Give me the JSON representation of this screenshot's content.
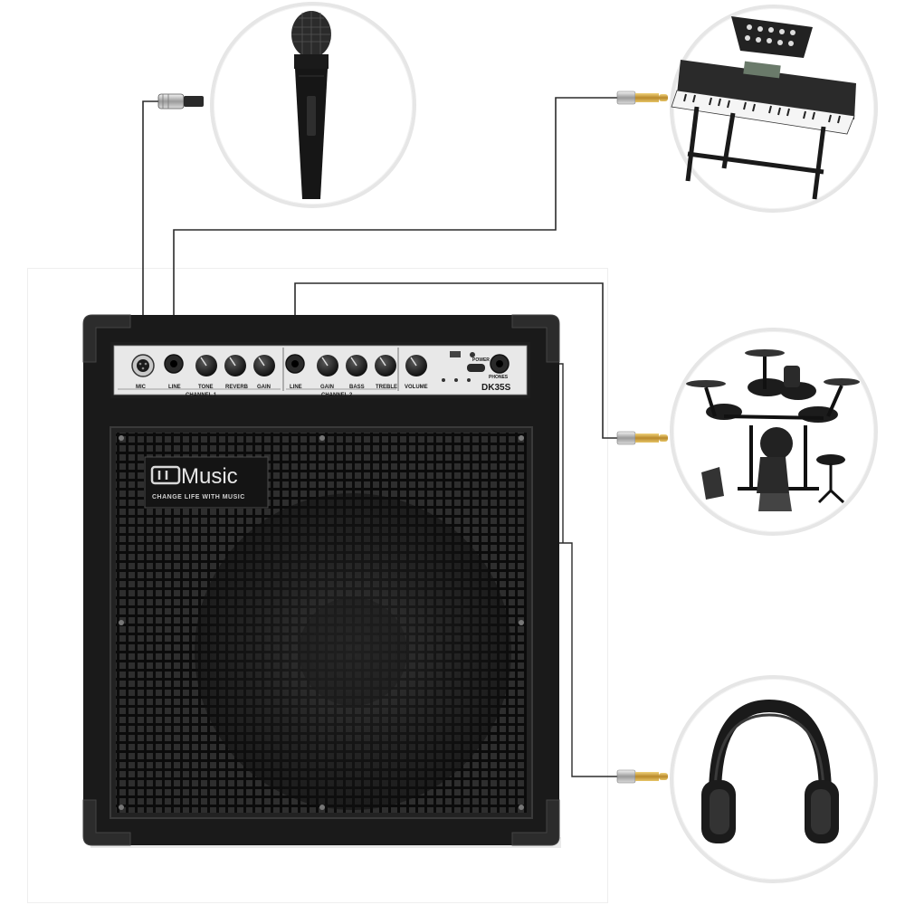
{
  "amp": {
    "brand": "Music",
    "tagline": "CHANGE LIFE WITH MUSIC",
    "model": "DK35S",
    "channel1": "CHANNEL 1",
    "channel2": "CHANNEL 2",
    "inputs": {
      "mic": "MIC",
      "line1": "LINE",
      "line2": "LINE",
      "phones": "PHONES",
      "power": "POWER"
    },
    "knobs": [
      "TONE",
      "REVERB",
      "GAIN",
      "GAIN",
      "BASS",
      "TREBLE",
      "VOLUME"
    ]
  },
  "devices": [
    "microphone",
    "keyboard",
    "drum-kit",
    "headphones"
  ],
  "colors": {
    "amp_body": "#1a1a1a",
    "panel": "#e8e8e8",
    "cable": "#2b2b2b",
    "plug_gold": "#c9a13b",
    "circle_border": "#e6e6e6"
  }
}
